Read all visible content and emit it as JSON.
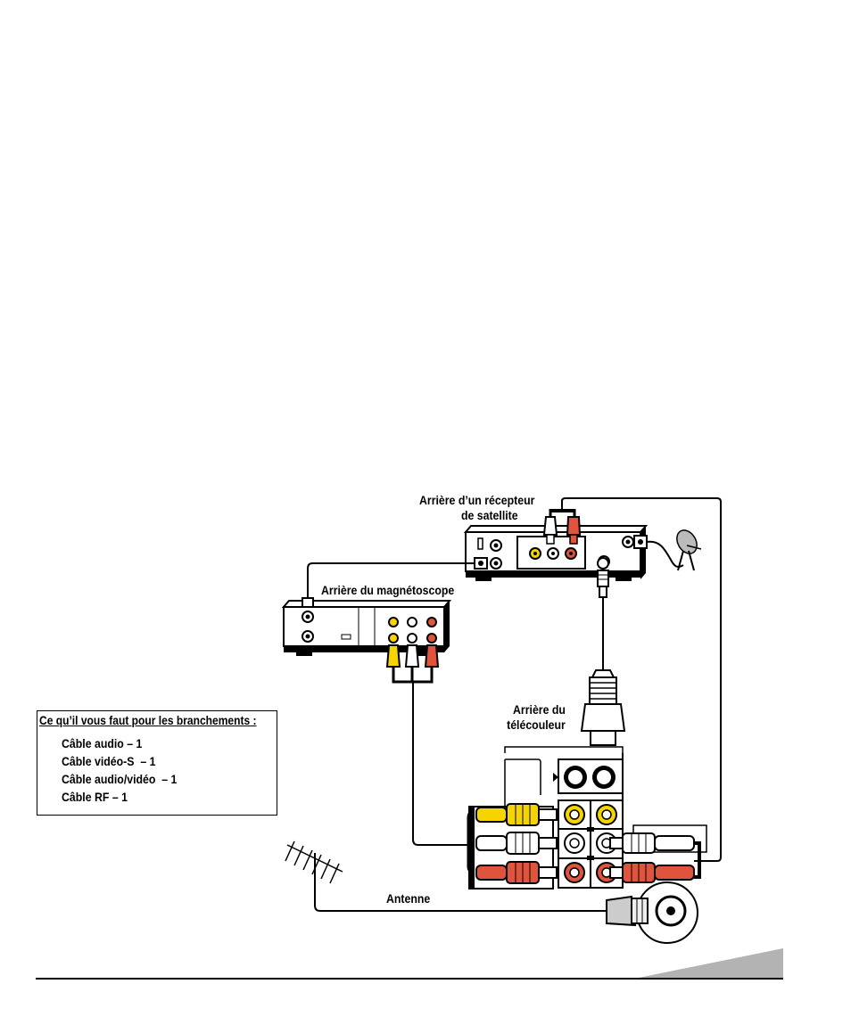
{
  "labels": {
    "satellite": [
      "Arrière d’un récepteur",
      "de satellite"
    ],
    "vcr": "Arrière du magnétoscope",
    "tv": [
      "Arrière du",
      "télécouleur"
    ],
    "antenna": "Antenne"
  },
  "checklist": {
    "title": "Ce qu’il vous faut pour les branchements :",
    "items": [
      "Câble audio – 1",
      "Câble vidéo-S  – 1",
      "Câble audio/vidéo  – 1",
      "Câble RF – 1"
    ]
  },
  "colors": {
    "yellow": "#f5d400",
    "red": "#e0533c",
    "white": "#ffffff",
    "ink": "#000000",
    "tab": "#b3b3b3"
  }
}
